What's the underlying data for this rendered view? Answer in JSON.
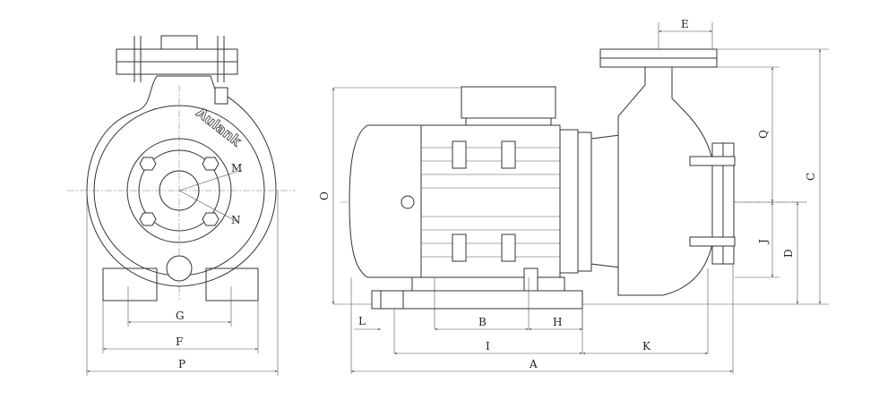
{
  "brand": "Aulank",
  "front_view": {
    "dims": {
      "G": "G",
      "F": "F",
      "P": "P",
      "M": "M",
      "N": "N"
    }
  },
  "side_view": {
    "dims": {
      "O": "O",
      "L": "L",
      "B": "B",
      "H": "H",
      "I": "I",
      "A": "A",
      "K": "K",
      "E": "E",
      "Q": "Q",
      "C": "C",
      "J": "J",
      "D": "D"
    }
  }
}
